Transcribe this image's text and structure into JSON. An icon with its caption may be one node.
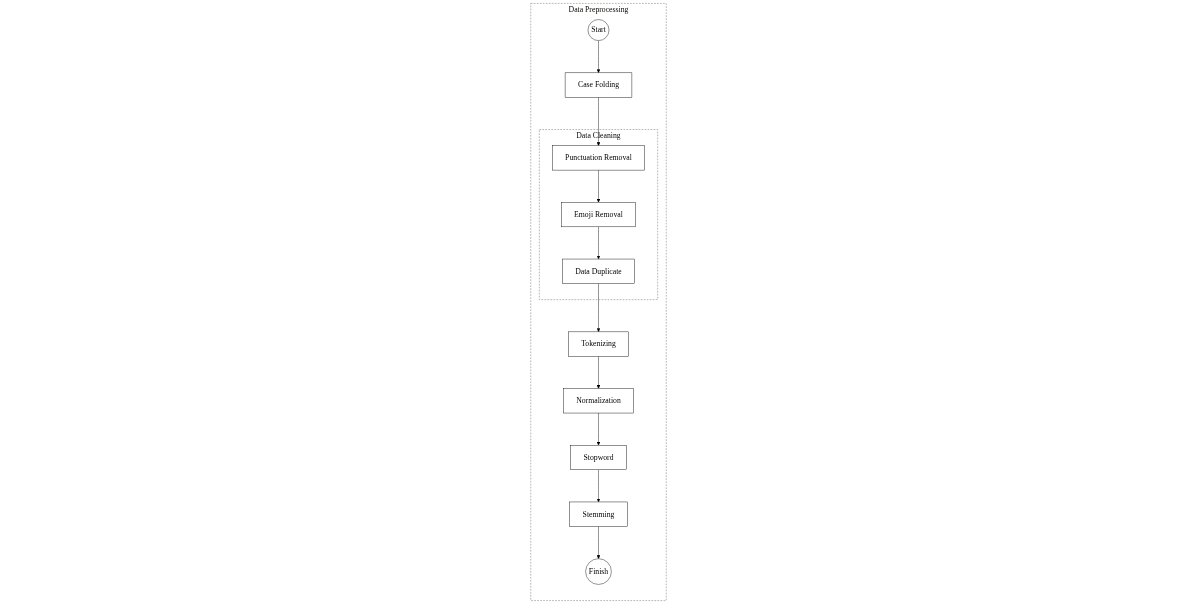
{
  "diagram": {
    "nodes": [
      {
        "text": [
          "Data Preprocessing"
        ]
      },
      {
        "text": [
          "Start"
        ],
        "in": 0
      },
      {
        "text": [
          "Case Folding"
        ],
        "in": 0
      },
      {
        "text": [
          "Data Cleaning"
        ],
        "in": 0
      },
      {
        "text": [
          "Punctuation Removal"
        ],
        "in": 3
      },
      {
        "text": [
          "Emoji Removal"
        ],
        "in": 3
      },
      {
        "text": [
          "Data Duplicate"
        ],
        "in": 3
      },
      {
        "text": [
          "Tokenizing"
        ],
        "in": 0
      },
      {
        "text": [
          "Normalization"
        ],
        "in": 0
      },
      {
        "text": [
          "Stopword"
        ],
        "in": 0
      },
      {
        "text": [
          "Stemming"
        ],
        "in": 0
      },
      {
        "text": [
          "Finish"
        ],
        "in": 0
      }
    ],
    "edges": [
      {
        "from": 1,
        "to": 2,
        "arrow": "to"
      },
      {
        "from": 2,
        "to": 4,
        "arrow": "to"
      },
      {
        "from": 4,
        "to": 5,
        "arrow": "to"
      },
      {
        "from": 5,
        "to": 6,
        "arrow": "to"
      },
      {
        "from": 6,
        "to": 7,
        "arrow": "to"
      },
      {
        "from": 7,
        "to": 8,
        "arrow": "to"
      },
      {
        "from": 8,
        "to": 9,
        "arrow": "to"
      },
      {
        "from": 9,
        "to": 10,
        "arrow": "to"
      },
      {
        "from": 10,
        "to": 11,
        "arrow": "to"
      }
    ]
  }
}
